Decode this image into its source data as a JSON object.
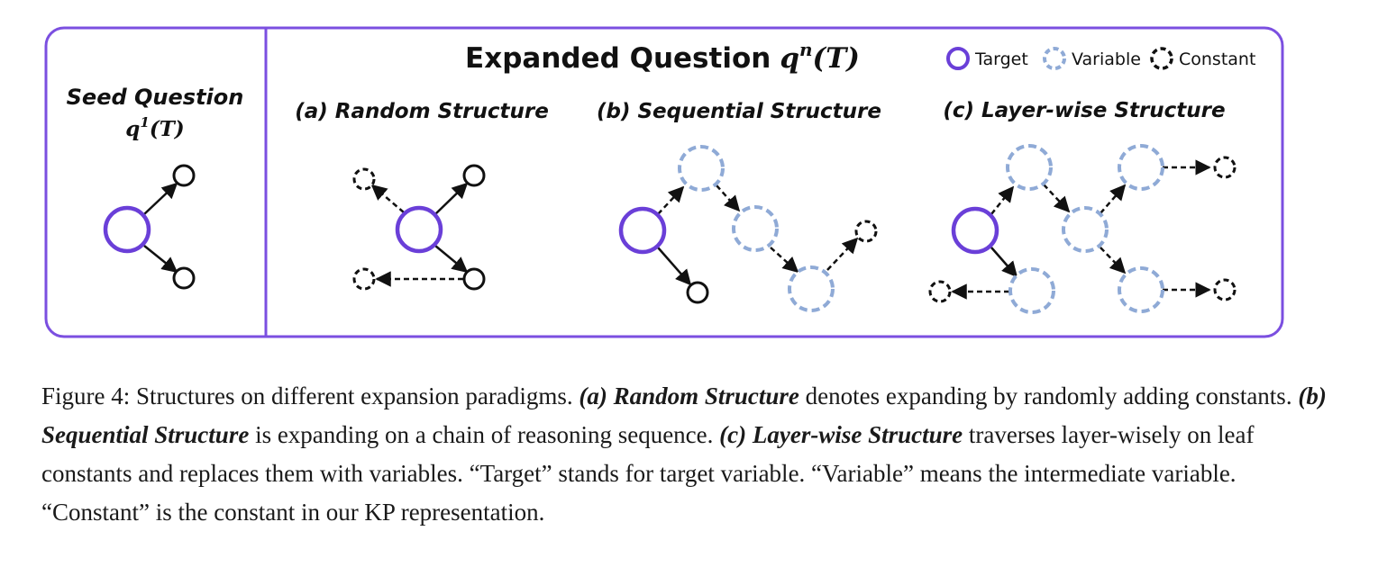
{
  "seed": {
    "title": "Seed Question",
    "q_base": "q",
    "q_sup": "1",
    "q_arg": "(T)"
  },
  "expanded": {
    "title_text": "Expanded Question",
    "q_base": "q",
    "q_sup": "n",
    "q_arg": "(T)"
  },
  "legend": {
    "target": "Target",
    "variable": "Variable",
    "constant": "Constant"
  },
  "panels": {
    "a": "(a) Random Structure",
    "b": "(b) Sequential Structure",
    "c": "(c) Layer-wise Structure"
  },
  "colors": {
    "frame": "#7b4fe0",
    "target": "#6a3fd8",
    "variable": "#8faad6",
    "constant": "#111111"
  },
  "caption": {
    "fig_label": "Figure 4: Structures on different expansion paradigms.",
    "a_term": "(a) Random Structure",
    "a_text": "denotes expanding by randomly adding constants.",
    "b_term": "(b) Sequential Structure",
    "b_text": "is expanding on a chain of reasoning sequence.",
    "c_term": "(c) Layer-wise Structure",
    "c_text": "traverses layer-wisely on leaf constants and replaces them with variables. “Target” stands for target variable. “Variable” means the intermediate variable. “Constant” is the constant in our KP representation."
  }
}
